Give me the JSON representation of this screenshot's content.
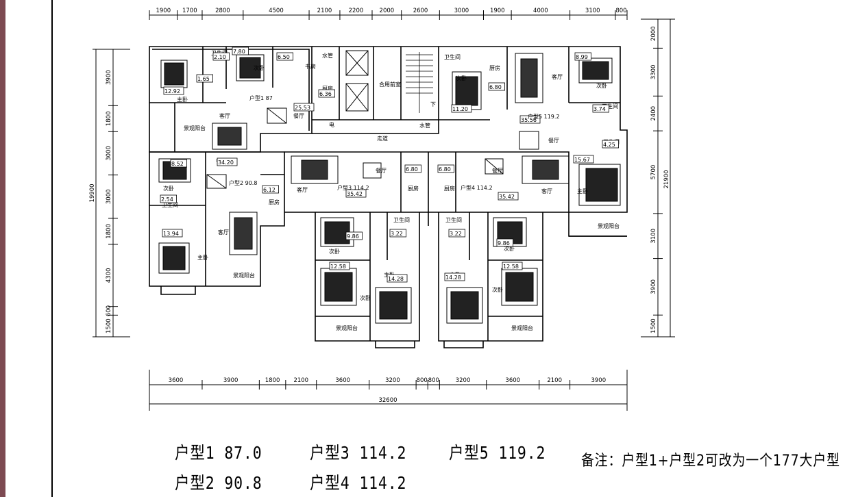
{
  "dims": {
    "top": [
      "1900",
      "1700",
      "2800",
      "4500",
      "2100",
      "2200",
      "2000",
      "2600",
      "3000",
      "1900",
      "4000",
      "3100",
      "800"
    ],
    "bottom": [
      "3600",
      "3900",
      "1800",
      "2100",
      "3600",
      "3200",
      "800",
      "800",
      "3200",
      "3600",
      "2100",
      "3900"
    ],
    "bottom_total": "32600",
    "left": [
      "3900",
      "1800",
      "3000",
      "3000",
      "1800",
      "4300",
      "600",
      "1500"
    ],
    "left_total": "19900",
    "right": [
      "2000",
      "3300",
      "2400",
      "5700",
      "3100",
      "3900",
      "1500"
    ],
    "right_total": "21900"
  },
  "units": [
    {
      "label": "户型1 87"
    },
    {
      "label": "户型2 90.8"
    },
    {
      "label": "户型3 114.2"
    },
    {
      "label": "户型4 114.2"
    },
    {
      "label": "户型5 119.2"
    }
  ],
  "rooms": {
    "bed": "主卧",
    "bed2": "次卧",
    "bath": "卫生间",
    "kitchen": "厨房",
    "living": "客厅",
    "dining": "餐厅",
    "balcony": "景观阳台",
    "study": "书房",
    "corridor": "走道",
    "elec": "电",
    "fire": "合用前室",
    "lift_lobby": "合用前室",
    "well": "水管",
    "down": "下"
  },
  "areas": [
    "12.92",
    "2.10",
    "7.80",
    "6.50",
    "1.65",
    "6.36",
    "25.53",
    "8.52",
    "34.20",
    "2.54",
    "6.12",
    "13.94",
    "35.42",
    "6.80",
    "6.80",
    "35.42",
    "9.86",
    "3.22",
    "3.22",
    "9.86",
    "12.58",
    "14.28",
    "14.28",
    "12.58",
    "11.20",
    "6.80",
    "35.56",
    "8.99",
    "3.74",
    "4.25",
    "15.67"
  ],
  "legend": {
    "l1": "户型1 87.0",
    "l2": "户型2 90.8",
    "l3": "户型3 114.2",
    "l4": "户型4 114.2",
    "l5": "户型5 119.2",
    "note": "备注：户型1+户型2可改为一个177大户型"
  }
}
